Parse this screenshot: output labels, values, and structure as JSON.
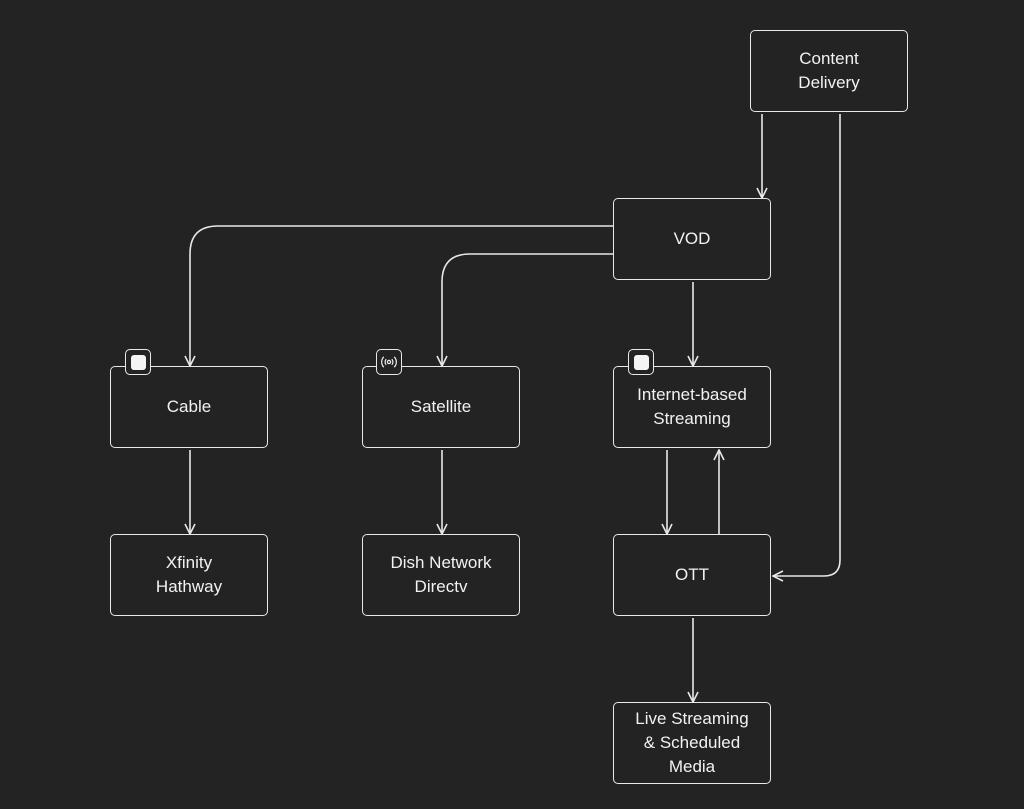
{
  "colors": {
    "background": "#232323",
    "stroke": "#e8e8e8",
    "text": "#f2f2f2"
  },
  "nodes": {
    "content_delivery": "Content\nDelivery",
    "vod": "VOD",
    "cable": "Cable",
    "satellite": "Satellite",
    "internet_streaming": "Internet-based\nStreaming",
    "cable_providers": "Xfinity\nHathway",
    "satellite_providers": "Dish Network\nDirectv",
    "ott": "OTT",
    "live_streaming": "Live Streaming\n& Scheduled\nMedia"
  },
  "icons": {
    "cable": "square-icon",
    "satellite": "broadcast-icon",
    "internet_streaming": "square-icon"
  }
}
